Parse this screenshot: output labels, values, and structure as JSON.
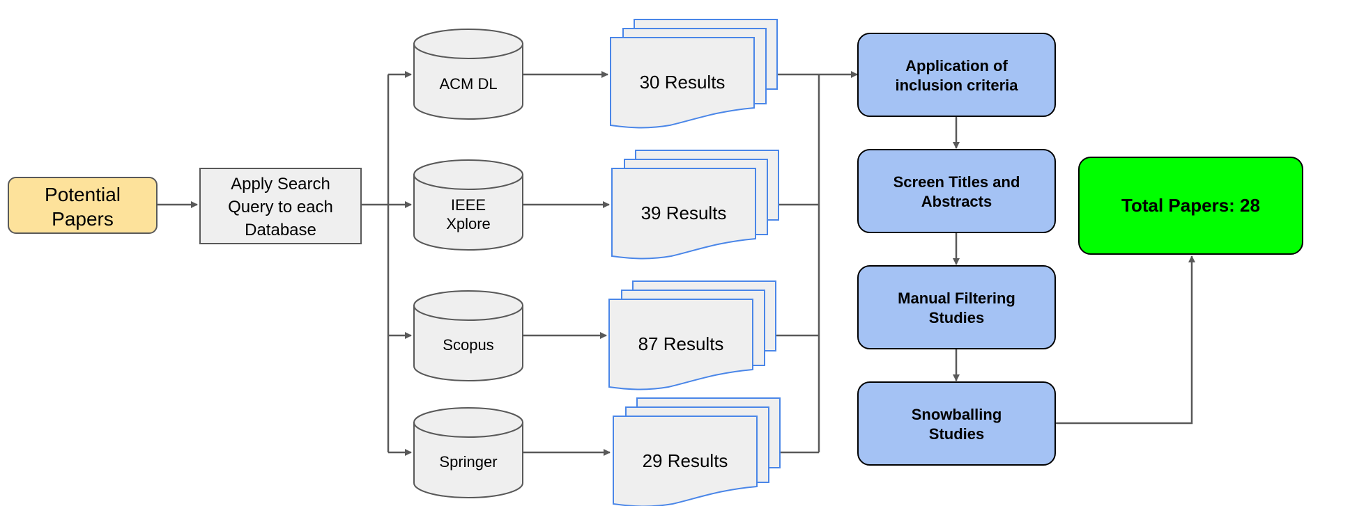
{
  "source": {
    "line1": "Potential",
    "line2": "Papers"
  },
  "search": {
    "line1": "Apply Search",
    "line2": "Query to each",
    "line3": "Database"
  },
  "databases": [
    {
      "name": "ACM DL",
      "line1": "ACM DL",
      "line2": "",
      "results": "30 Results"
    },
    {
      "name": "IEEE Xplore",
      "line1": "IEEE",
      "line2": "Xplore",
      "results": "39 Results"
    },
    {
      "name": "Scopus",
      "line1": "Scopus",
      "line2": "",
      "results": "87 Results"
    },
    {
      "name": "Springer",
      "line1": "Springer",
      "line2": "",
      "results": "29 Results"
    }
  ],
  "steps": [
    {
      "line1": "Application of",
      "line2": "inclusion criteria"
    },
    {
      "line1": "Screen Titles and",
      "line2": "Abstracts"
    },
    {
      "line1": "Manual Filtering",
      "line2": "Studies"
    },
    {
      "line1": "Snowballing",
      "line2": "Studies"
    }
  ],
  "total": {
    "label": "Total Papers: 28"
  },
  "colors": {
    "source_fill": "#fde29b",
    "step_fill": "#a4c2f4",
    "total_fill": "#00ff00",
    "doc_stroke": "#4a86e8",
    "gray_fill": "#efefef",
    "line": "#595959"
  }
}
